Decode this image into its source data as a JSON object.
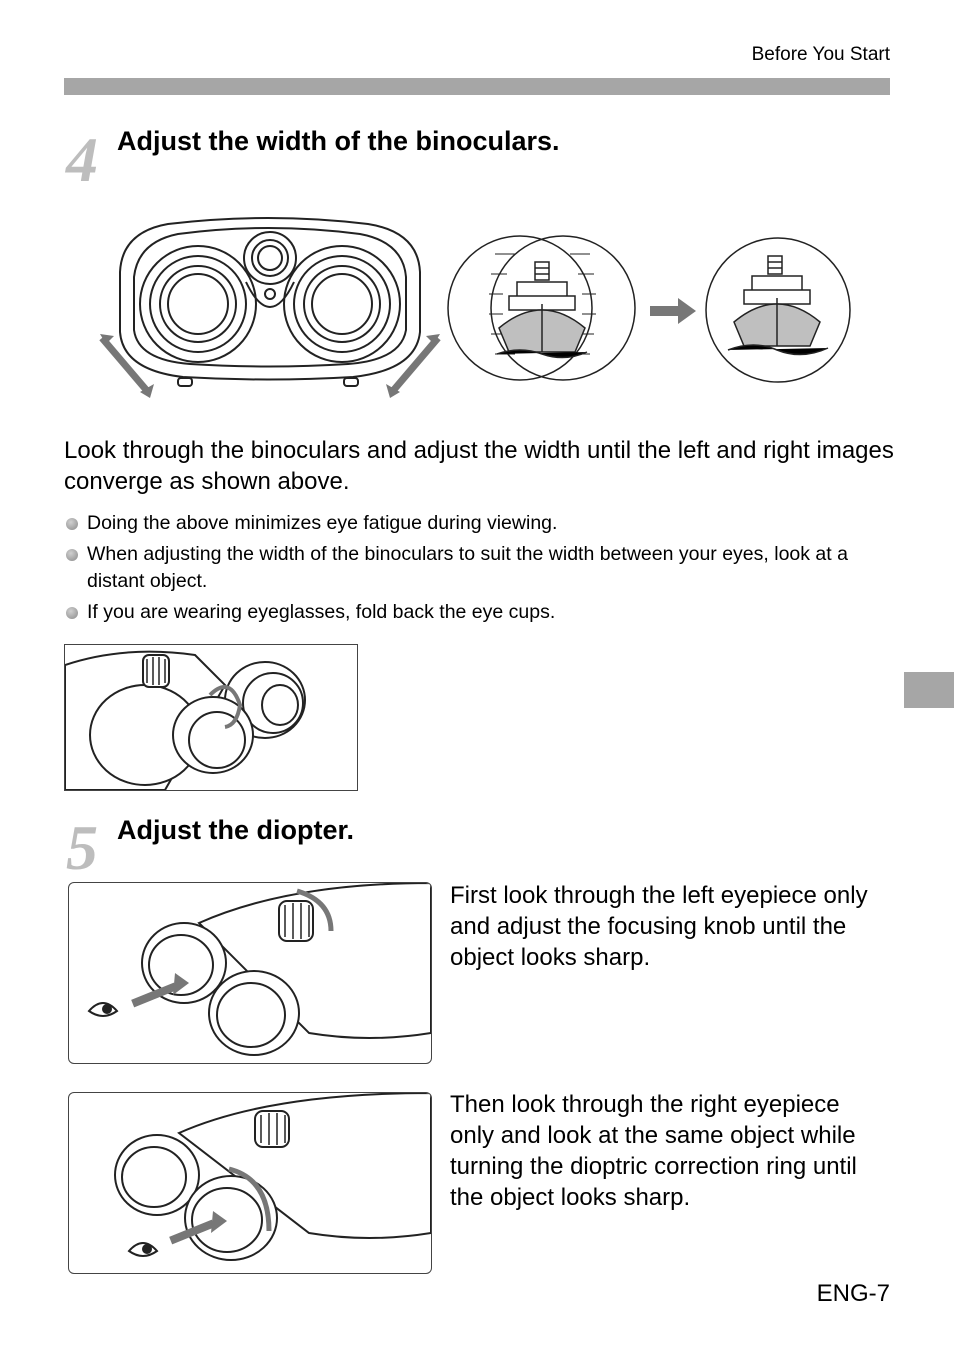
{
  "header": {
    "section": "Before You Start"
  },
  "step4": {
    "number": "4",
    "title": "Adjust the width of the binoculars.",
    "description": "Look through the binoculars and adjust the width until the left and right images converge as shown above.",
    "bullets": [
      "Doing the above minimizes eye fatigue during viewing.",
      "When adjusting the width of the binoculars to suit the width between your eyes, look at a distant object.",
      "If you are wearing eyeglasses, fold back the eye cups."
    ]
  },
  "step5": {
    "number": "5",
    "title": "Adjust the diopter.",
    "instruction_left": "First look through the left eyepiece only and adjust the focusing knob until the object looks sharp.",
    "instruction_right": "Then look through the right eyepiece only and look at the same object while turning the dioptric correction ring until the object looks sharp."
  },
  "footer": {
    "page_number": "ENG-7"
  },
  "icons": [
    "binoculars-front-illustration",
    "double-arrow-icon",
    "ship-image-icon",
    "arrow-right-icon",
    "eye-icon",
    "rotation-arrow-icon"
  ],
  "colors": {
    "bar_gray": "#a6a6a6",
    "step_number_gray": "#bdbdbd"
  }
}
